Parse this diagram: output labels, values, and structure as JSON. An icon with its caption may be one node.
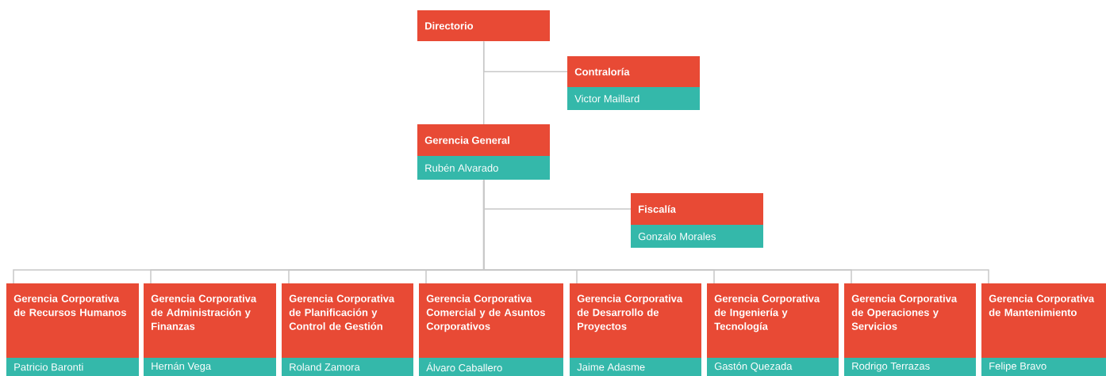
{
  "diagram": {
    "nodes": [
      {
        "text": [
          "Directorio"
        ]
      },
      {
        "text": [
          "Contraloría",
          "Victor Maillard"
        ]
      },
      {
        "text": [
          "Gerencia General",
          "Rubén Alvarado"
        ]
      },
      {
        "text": [
          "Fiscalía",
          "Gonzalo Morales"
        ]
      },
      {
        "text": [
          "Gerencia Corporativa de Recursos Humanos",
          "Patricio Baronti"
        ]
      },
      {
        "text": [
          "Gerencia Corporativa de Administración y Finanzas",
          "Hernán Vega"
        ]
      },
      {
        "text": [
          "Gerencia Corporativa de Planificación y Control de Gestión",
          "Roland Zamora"
        ]
      },
      {
        "text": [
          "Gerencia Corporativa Comercial y de Asuntos Corporativos",
          "Álvaro Caballero"
        ]
      },
      {
        "text": [
          "Gerencia Corporativa de Desarrollo de Proyectos",
          "Jaime Adasme"
        ]
      },
      {
        "text": [
          "Gerencia Corporativa de Ingeniería y Tecnología",
          "Gastón Quezada"
        ]
      },
      {
        "text": [
          "Gerencia Corporativa de Operaciones y Servicios",
          "Rodrigo Terrazas"
        ]
      },
      {
        "text": [
          "Gerencia Corporativa de Mantenimiento",
          "Felipe Bravo"
        ]
      }
    ],
    "edges": [
      {
        "from": 0,
        "to": 1,
        "arrow": "none"
      },
      {
        "from": 0,
        "to": 2,
        "arrow": "none"
      },
      {
        "from": 2,
        "to": 3,
        "arrow": "none"
      },
      {
        "from": 2,
        "to": 4,
        "arrow": "none"
      },
      {
        "from": 2,
        "to": 5,
        "arrow": "none"
      },
      {
        "from": 2,
        "to": 6,
        "arrow": "none"
      },
      {
        "from": 2,
        "to": 7,
        "arrow": "none"
      },
      {
        "from": 2,
        "to": 8,
        "arrow": "none"
      },
      {
        "from": 2,
        "to": 9,
        "arrow": "none"
      },
      {
        "from": 2,
        "to": 10,
        "arrow": "none"
      },
      {
        "from": 2,
        "to": 11,
        "arrow": "none"
      }
    ]
  }
}
